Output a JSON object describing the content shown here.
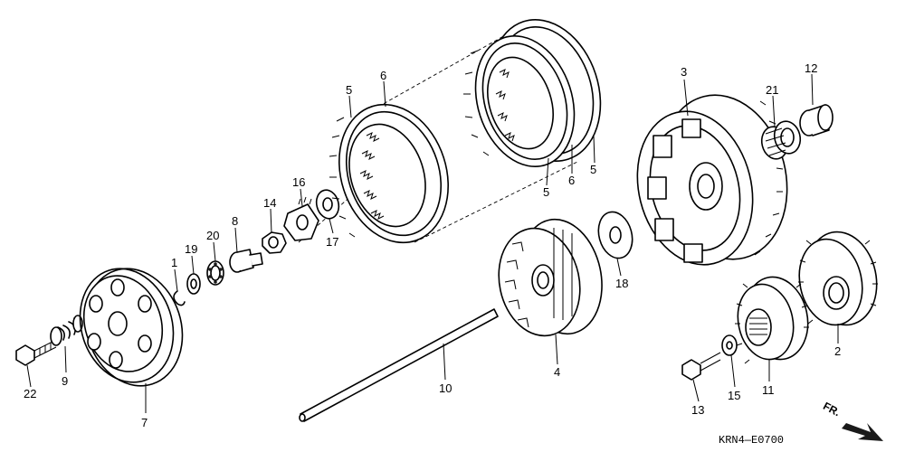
{
  "diagram": {
    "part_labels": [
      "1",
      "2",
      "3",
      "4",
      "5",
      "6",
      "7",
      "8",
      "9",
      "10",
      "11",
      "12",
      "13",
      "14",
      "15",
      "16",
      "17",
      "18",
      "19",
      "20",
      "21",
      "22"
    ],
    "duplicate_labels": [
      "5",
      "5",
      "5",
      "6",
      "6"
    ],
    "code": "KRN4—E0700",
    "direction_label": "FR."
  },
  "icons": {
    "direction_arrow": "fr-arrow-icon"
  }
}
